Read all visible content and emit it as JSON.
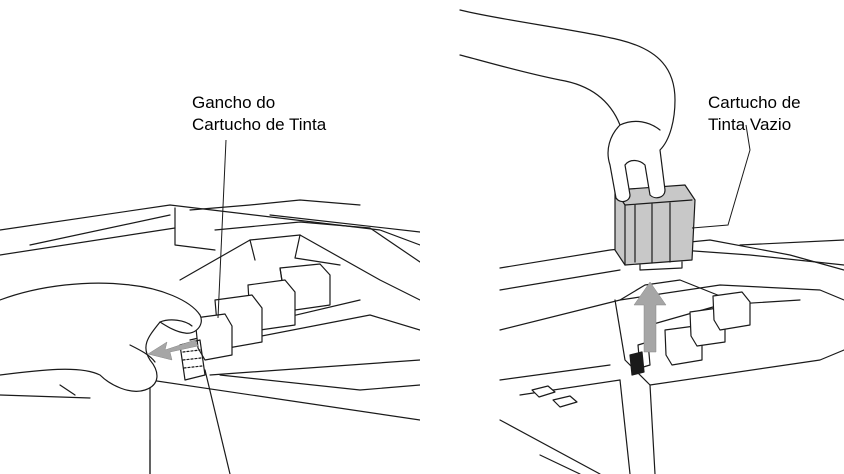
{
  "left_panel": {
    "callout": {
      "line1": "Gancho do",
      "line2": "Cartucho de Tinta"
    }
  },
  "right_panel": {
    "callout": {
      "line1": "Cartucho de",
      "line2": "Tinta Vazio"
    }
  },
  "colors": {
    "line": "#1a1a1a",
    "cartridge_fill": "#c8c8c8",
    "arrow_fill": "#a6a6a6",
    "background": "#ffffff"
  }
}
